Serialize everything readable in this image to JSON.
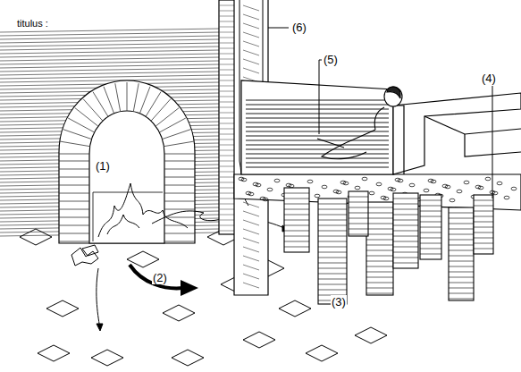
{
  "diagram": {
    "labels": [
      "titulus :",
      "(1)",
      "(2)",
      "(3)",
      "(4)",
      "(5)",
      "(6)"
    ]
  }
}
